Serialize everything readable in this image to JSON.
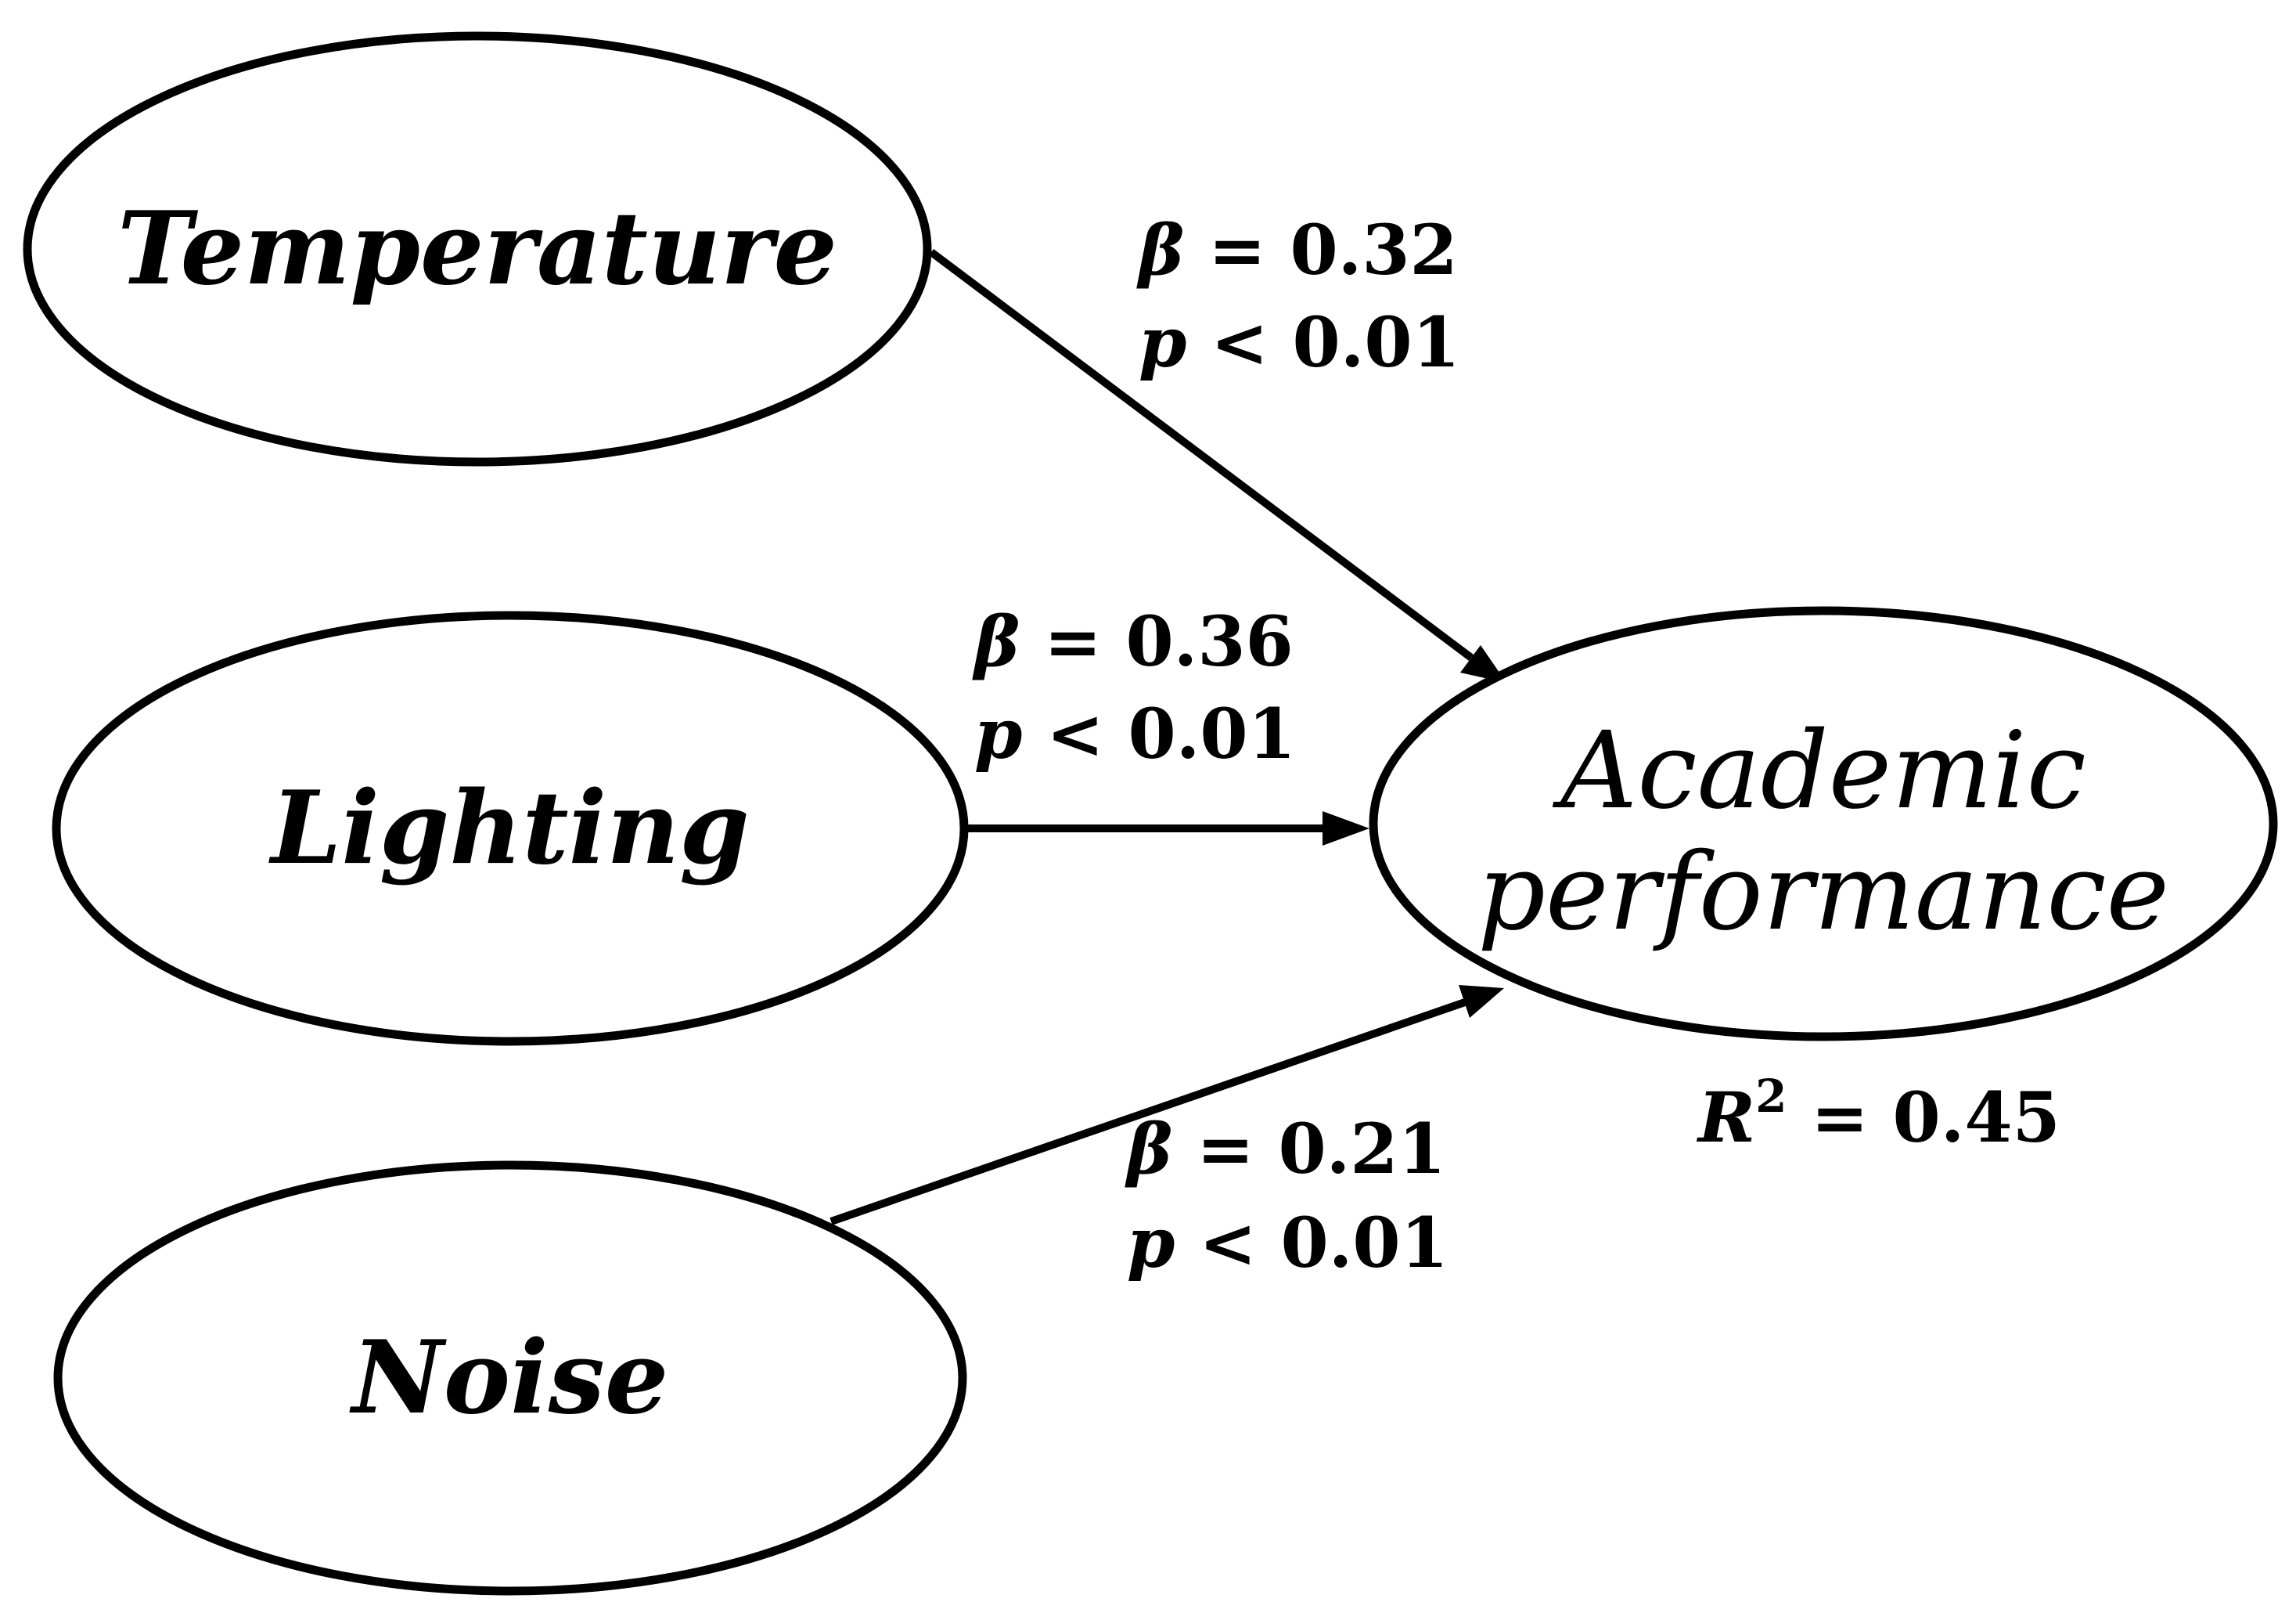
{
  "nodes": {
    "temperature": "Temperature",
    "lighting": "Lighting",
    "noise": "Noise",
    "outcome_line1": "Academic",
    "outcome_line2": "performance"
  },
  "paths": {
    "temperature": {
      "beta_symbol": "β",
      "beta_rest": " = 0.32",
      "p_symbol": "p",
      "p_rest": " < 0.01"
    },
    "lighting": {
      "beta_symbol": "β",
      "beta_rest": " = 0.36",
      "p_symbol": "p",
      "p_rest": " < 0.01"
    },
    "noise": {
      "beta_symbol": "β",
      "beta_rest": " = 0.21",
      "p_symbol": "p",
      "p_rest": " < 0.01"
    }
  },
  "r_squared": {
    "symbol": "R",
    "exponent": "2",
    "rest": " = 0.45"
  }
}
